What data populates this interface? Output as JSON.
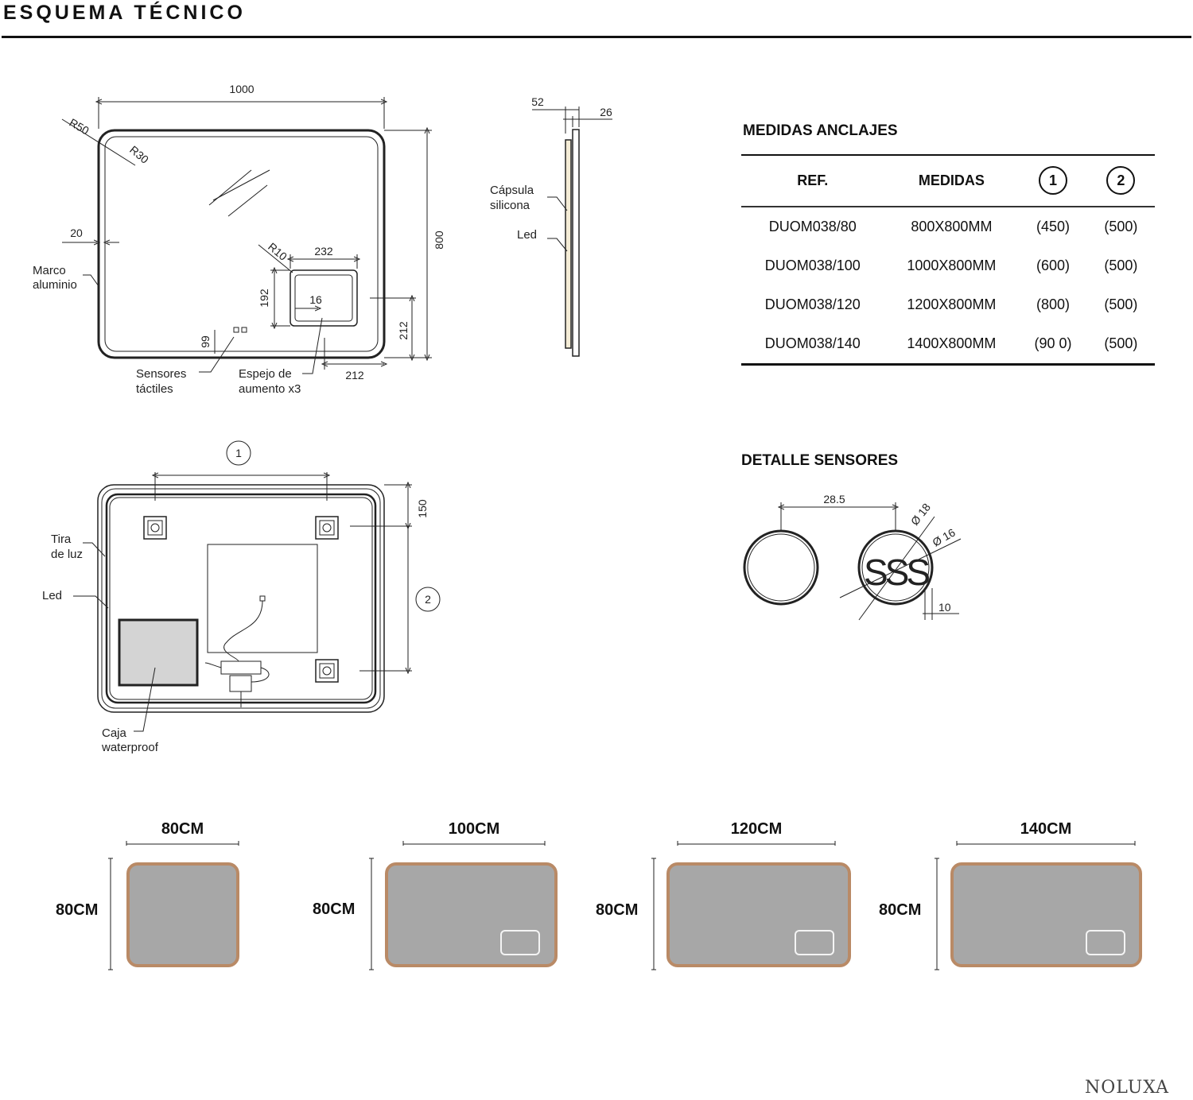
{
  "header": {
    "title": "ESQUEMA TÉCNICO"
  },
  "front_view": {
    "width": "1000",
    "height": "800",
    "r_outer": "R50",
    "r_inner": "R30",
    "frame_offset": "20",
    "frame_label_1": "Marco",
    "frame_label_2": "aluminio",
    "sensor_w": "99",
    "sensors_label_1": "Sensores",
    "sensors_label_2": "táctiles",
    "magnifier_w": "232",
    "magnifier_h": "192",
    "magnifier_r": "R10",
    "magnifier_in": "16",
    "magnifier_y": "212",
    "magnifier_x": "212",
    "magnifier_label_1": "Espejo de",
    "magnifier_label_2": "aumento x3"
  },
  "side_view": {
    "depth_total": "52",
    "depth_part": "26",
    "capsule_1": "Cápsula",
    "capsule_2": "silicona",
    "led": "Led"
  },
  "back_view": {
    "mark_1": "1",
    "mark_2": "2",
    "top_dim": "150",
    "strip_1": "Tira",
    "strip_2": "de luz",
    "led": "Led",
    "box_1": "Caja",
    "box_2": "waterproof"
  },
  "anchors": {
    "title": "MEDIDAS ANCLAJES",
    "headers": {
      "ref": "REF.",
      "medidas": "MEDIDAS",
      "c1": "1",
      "c2": "2"
    },
    "rows": [
      {
        "ref": "DUOM038/80",
        "medidas": "800X800MM",
        "c1": "(450)",
        "c2": "(500)"
      },
      {
        "ref": "DUOM038/100",
        "medidas": "1000X800MM",
        "c1": "(600)",
        "c2": "(500)"
      },
      {
        "ref": "DUOM038/120",
        "medidas": "1200X800MM",
        "c1": "(800)",
        "c2": "(500)"
      },
      {
        "ref": "DUOM038/140",
        "medidas": "1400X800MM",
        "c1": "(90 0)",
        "c2": "(500)"
      }
    ]
  },
  "sensors": {
    "title": "DETALLE SENSORES",
    "spacing": "28.5",
    "d_outer": "Ø 18",
    "d_inner": "Ø 16",
    "depth": "10",
    "symbol": "SSS"
  },
  "sizes": [
    {
      "w": "80CM",
      "h": "80CM"
    },
    {
      "w": "100CM",
      "h": "80CM"
    },
    {
      "w": "120CM",
      "h": "80CM"
    },
    {
      "w": "140CM",
      "h": "80CM"
    }
  ],
  "brand": {
    "logo": "NOLUXA"
  },
  "colors": {
    "frame": "#b98a66",
    "mirror": "#a9a9a9",
    "line": "#222222",
    "led": "#e6d6ae"
  }
}
